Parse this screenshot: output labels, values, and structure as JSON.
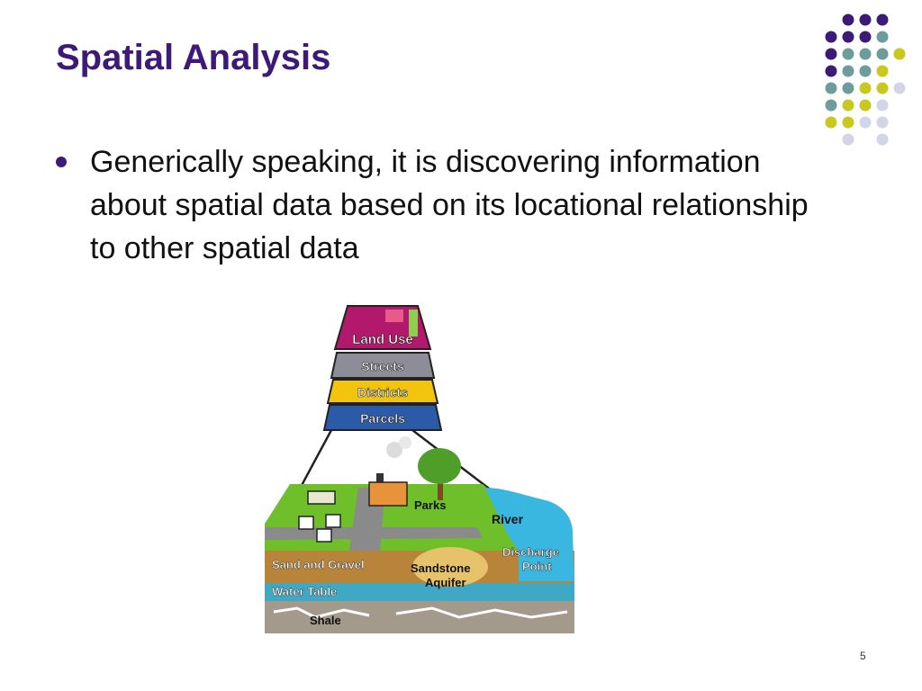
{
  "slide": {
    "title": "Spatial Analysis",
    "bullet": "Generically speaking, it is discovering information about spatial data based on its locational relationship to other spatial data",
    "page_number": "5"
  },
  "diagram": {
    "layers": {
      "land_use": "Land Use",
      "streets": "Streets",
      "districts": "Districts",
      "parcels": "Parcels"
    },
    "ground_labels": {
      "parks": "Parks",
      "river": "River",
      "discharge": "Discharge",
      "point": "Point",
      "sand_and_gravel": "Sand and Gravel",
      "sandstone": "Sandstone",
      "aquifer": "Aquifer",
      "water_table": "Water Table",
      "shale": "Shale"
    }
  },
  "colors": {
    "title": "#3d1a78",
    "dot_purple": "#3d1a78",
    "dot_teal": "#6e9c9c",
    "dot_yellow": "#c8c81e",
    "dot_lavender": "#d4d4e8"
  }
}
